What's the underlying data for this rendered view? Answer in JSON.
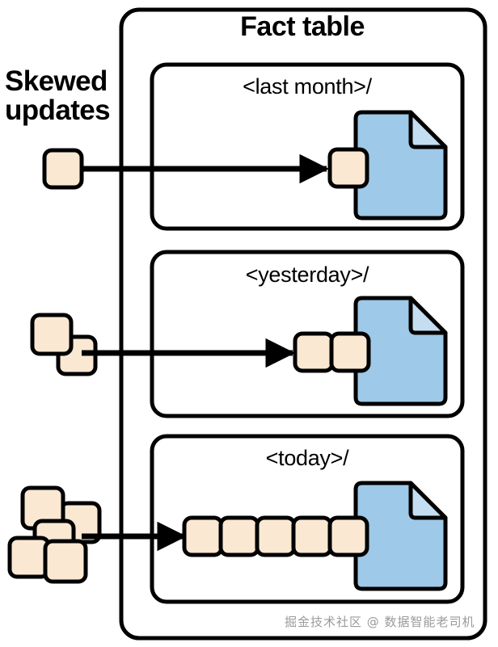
{
  "diagram": {
    "type": "architecture-diagram",
    "left_label": {
      "line1": "Skewed",
      "line2": "updates"
    },
    "container": {
      "title": "Fact table"
    },
    "watermark": "掘金技术社区 @ 数据智能老司机",
    "colors": {
      "stroke": "#000000",
      "background": "#ffffff",
      "partition_fill": "#FAE8D3",
      "file_fill": "#9EC9E8",
      "file_fold_fill": "#C5DDF0",
      "watermark_text": "#9a9a9a"
    },
    "partitions": [
      {
        "name": "last-month",
        "title": "<last month>/",
        "source_update_count": 1,
        "partition_block_count": 1,
        "file_icon": "document-icon"
      },
      {
        "name": "yesterday",
        "title": "<yesterday>/",
        "source_update_count": 2,
        "partition_block_count": 2,
        "file_icon": "document-icon"
      },
      {
        "name": "today",
        "title": "<today>/",
        "source_update_count": 5,
        "partition_block_count": 5,
        "file_icon": "document-icon"
      }
    ],
    "arrows": [
      {
        "name": "arrow-to-last-month",
        "from": "skewed-updates",
        "to": "last-month"
      },
      {
        "name": "arrow-to-yesterday",
        "from": "skewed-updates",
        "to": "yesterday"
      },
      {
        "name": "arrow-to-today",
        "from": "skewed-updates",
        "to": "today"
      }
    ]
  }
}
